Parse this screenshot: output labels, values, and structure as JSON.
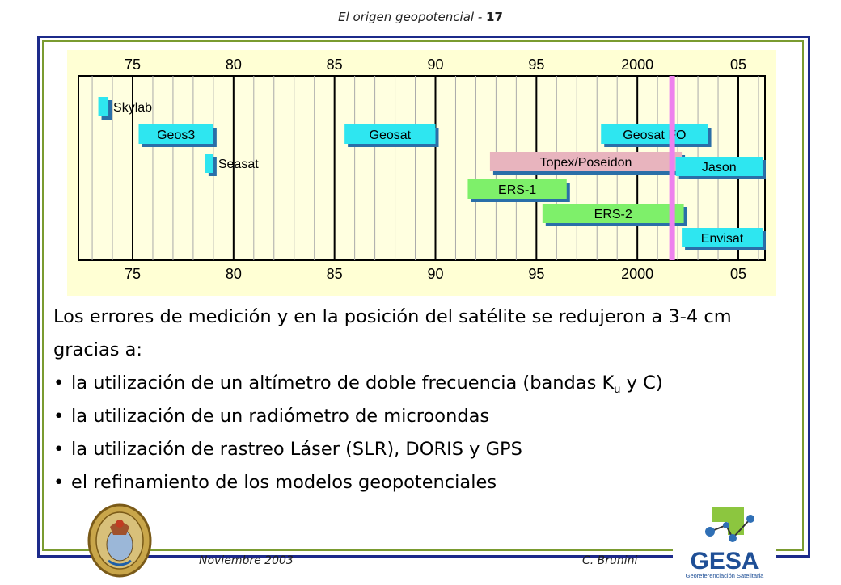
{
  "header": {
    "title_italic": "El origen geopotencial - ",
    "page_number": "17"
  },
  "chart_data": {
    "type": "timeline",
    "x_ticks": [
      "75",
      "80",
      "85",
      "90",
      "95",
      "2000",
      "05"
    ],
    "x_tick_values": [
      1975,
      1980,
      1985,
      1990,
      1995,
      2000,
      2005
    ],
    "xlim": [
      1972.5,
      2006.5
    ],
    "missions": [
      {
        "name": "Skylab",
        "start": 1973.3,
        "end": 1973.8,
        "color": "#2ee6f0",
        "label_outside": true
      },
      {
        "name": "Geos3",
        "start": 1975.3,
        "end": 1979.0,
        "color": "#2ee6f0",
        "label_outside": false
      },
      {
        "name": "Seasat",
        "start": 1978.6,
        "end": 1979.0,
        "color": "#2ee6f0",
        "label_outside": true
      },
      {
        "name": "Geosat",
        "start": 1985.5,
        "end": 1990.0,
        "color": "#2ee6f0",
        "label_outside": false
      },
      {
        "name": "Geosat FO",
        "start": 1998.2,
        "end": 2003.5,
        "color": "#2ee6f0",
        "label_outside": false
      },
      {
        "name": "Topex/Poseidon",
        "start": 1992.7,
        "end": 2002.2,
        "color": "#e8b4be",
        "label_outside": false
      },
      {
        "name": "Jason",
        "start": 2001.9,
        "end": 2006.2,
        "color": "#2ee6f0",
        "label_outside": false
      },
      {
        "name": "ERS-1",
        "start": 1991.6,
        "end": 1996.5,
        "color": "#7ef06a",
        "label_outside": false
      },
      {
        "name": "ERS-2",
        "start": 1995.3,
        "end": 2002.3,
        "color": "#7ef06a",
        "label_outside": false
      },
      {
        "name": "Envisat",
        "start": 2002.2,
        "end": 2006.2,
        "color": "#2ee6f0",
        "label_outside": false
      }
    ],
    "marker_year": 2001.7,
    "marker_color": "#ee82ee"
  },
  "body": {
    "intro": "Los errores de medición y en la posición del satélite se redujeron a 3-4 cm gracias a:",
    "bullet_symbol": "•",
    "bullet1_pre": "la utilización de un altímetro de doble frecuencia (bandas K",
    "bullet1_sub": "u",
    "bullet1_post": " y C)",
    "bullet2": "la utilización de un radiómetro de microondas",
    "bullet3": "la utilización de rastreo Láser (SLR), DORIS y GPS",
    "bullet4": "el refinamiento de los modelos geopotenciales"
  },
  "footer": {
    "date": "Noviembre 2003",
    "author": "C. Brunini"
  },
  "logo": {
    "name": "GESA",
    "subtitle": "Georeferenciación Satelitaria"
  },
  "icons": {
    "seal": "university-seal-icon",
    "logo": "gesa-logo-icon"
  }
}
